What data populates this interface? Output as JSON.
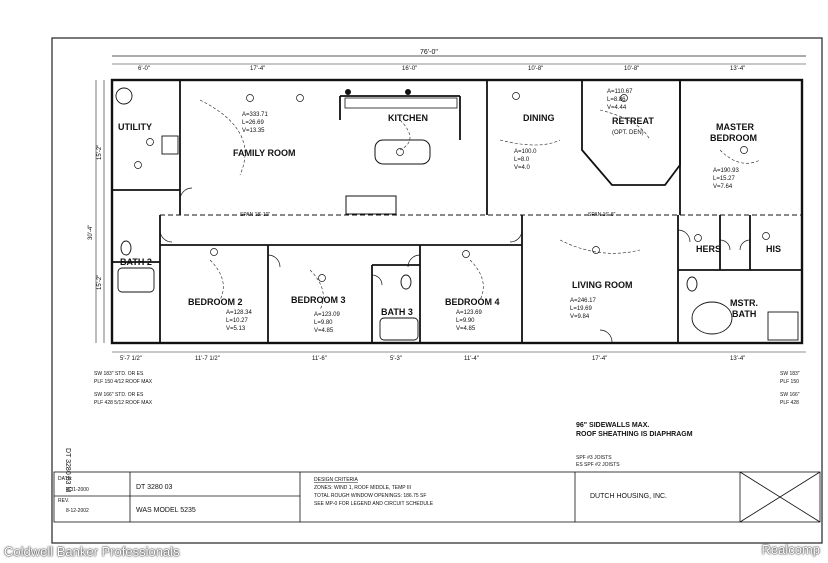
{
  "overall_dimension": "76'-0\"",
  "top_dims": [
    "6'-0\"",
    "17'-4\"",
    "16'-0\"",
    "10'-8\"",
    "10'-8\"",
    "13'-4\""
  ],
  "bottom_dims": [
    "5'-7 1/2\"",
    "11'-7 1/2\"",
    "11'-6\"",
    "5'-3\"",
    "11'-4\"",
    "17'-4\"",
    "13'-4\""
  ],
  "side_dims": [
    "30'-4\"",
    "15'-2\"",
    "15'-2\""
  ],
  "rooms": {
    "utility": "UTILITY",
    "family_room": "FAMILY ROOM",
    "kitchen": "KITCHEN",
    "dining": "DINING",
    "retreat": "RETREAT",
    "opt_den": "(OPT. DEN)",
    "master_bedroom": "MASTER",
    "master_bedroom_2": "BEDROOM",
    "bath2": "BATH 2",
    "bedroom2": "BEDROOM 2",
    "bedroom3": "BEDROOM 3",
    "bath3": "BATH 3",
    "bedroom4": "BEDROOM 4",
    "living_room": "LIVING ROOM",
    "hers": "HERS",
    "his": "HIS",
    "mstr_bath": "MSTR.",
    "mstr_bath_2": "BATH"
  },
  "room_stats": {
    "family": [
      "A=333.71",
      "L=26.69",
      "V=13.35"
    ],
    "retreat": [
      "A=110.67",
      "L=8.86",
      "V=4.44"
    ],
    "dining": [
      "A=100.0",
      "L=8.0",
      "V=4.0"
    ],
    "master": [
      "A=190.93",
      "L=15.27",
      "V=7.64"
    ],
    "bedroom2": [
      "A=128.34",
      "L=10.27",
      "V=5.13"
    ],
    "bedroom3": [
      "A=123.09",
      "L=9.80",
      "V=4.85"
    ],
    "bedroom4": [
      "A=123.69",
      "L=9.90",
      "V=4.85"
    ],
    "living": [
      "A=246.17",
      "L=19.69",
      "V=9.84"
    ]
  },
  "span_labels": [
    "SPAN 18'-10\"",
    "SPAN 16'-8\""
  ],
  "left_notes": [
    "SW 183\"   STD. OR ES",
    "PLF 150     4/12 ROOF MAX",
    "SW 166\"   STD. OR ES",
    "PLF 428     5/12 ROOF MAX"
  ],
  "right_notes": [
    "SW 183\"",
    "PLF 150",
    "SW 166\"",
    "PLF 428"
  ],
  "vertical_label": "DT 3280 03 M",
  "sidewall_notes": [
    "96\" SIDEWALLS MAX.",
    "ROOF SHEATHING IS DIAPHRAGM"
  ],
  "joist_notes": [
    "SPF #3 JOISTS",
    "ES SPF #2 JOISTS"
  ],
  "title_block": {
    "date_label": "DATE:",
    "date_value": "8-31-2000",
    "rev_label": "REV.",
    "rev_value": "8-12-2002",
    "model_no": "DT 3280 03",
    "was_model": "WAS MODEL 5235",
    "criteria_heading": "DESIGN CRITERIA",
    "criteria_lines": [
      "ZONES: WIND 1, ROOF MIDDLE, TEMP III",
      "TOTAL ROUGH WINDOW OPENINGS: 186.75 SF",
      "SEE MP-0 FOR LEGEND AND CIRCUIT SCHEDULE"
    ],
    "company": "DUTCH HOUSING, INC."
  },
  "watermark_left": "Coldwell Banker Professionals",
  "watermark_right": "Realcomp"
}
